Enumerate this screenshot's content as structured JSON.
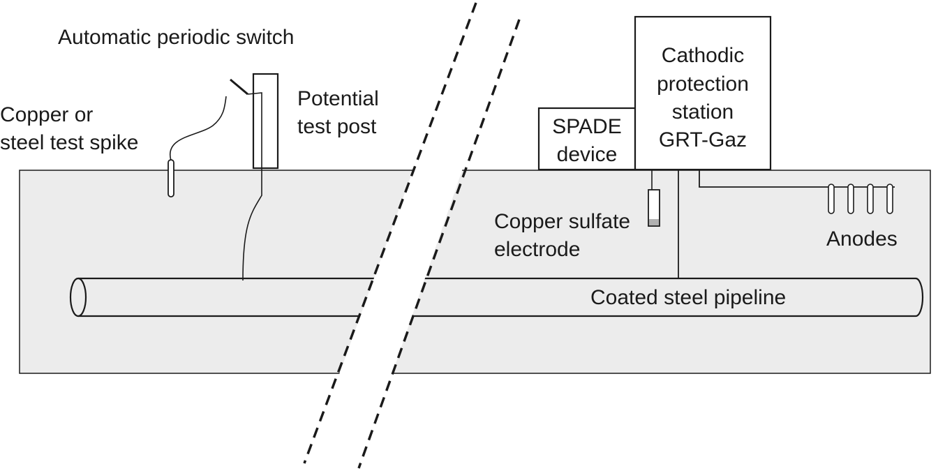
{
  "labels": {
    "switch": "Automatic periodic switch",
    "spike_line1": "Copper or",
    "spike_line2": "steel test spike",
    "post_line1": "Potential",
    "post_line2": "test post",
    "spade_line1": "SPADE",
    "spade_line2": "device",
    "station_line1": "Cathodic",
    "station_line2": "protection",
    "station_line3": "station",
    "station_line4": "GRT-Gaz",
    "electrode_line1": "Copper sulfate",
    "electrode_line2": "electrode",
    "anodes": "Anodes",
    "pipeline": "Coated steel pipeline"
  },
  "colors": {
    "ground": "#ececec",
    "line": "#1a1a1a",
    "electrode_tip": "#b0b0b0"
  }
}
